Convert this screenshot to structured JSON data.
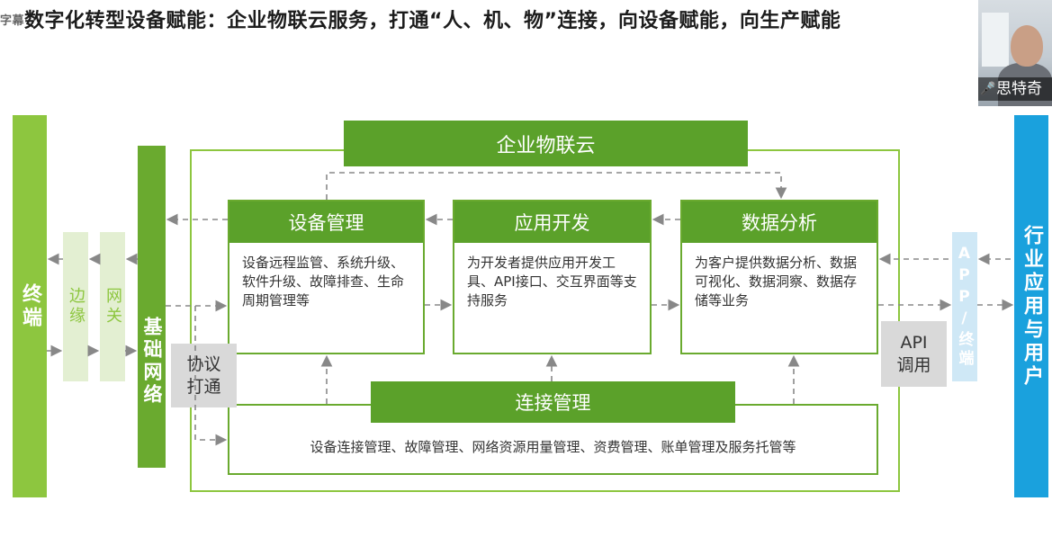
{
  "header": {
    "prefix": "字幕",
    "title": "数字化转型设备赋能：企业物联云服务，打通“人、机、物”连接，向设备赋能，向生产赋能"
  },
  "left": {
    "terminal": "终端",
    "edge": "边缘",
    "gateway": "网关",
    "network": "基础网络",
    "protocol": "协议打通"
  },
  "right": {
    "app_terminal": "APP/终端",
    "industry": "行业应用与用户",
    "api": "API调用"
  },
  "cloud": {
    "title": "企业物联云",
    "device_mgmt": {
      "title": "设备管理",
      "desc": "设备远程监管、系统升级、软件升级、故障排查、生命周期管理等"
    },
    "app_dev": {
      "title": "应用开发",
      "desc": "为开发者提供应用开发工具、API接口、交互界面等支持服务"
    },
    "data_analytics": {
      "title": "数据分析",
      "desc": "为客户提供数据分析、数据可视化、数据洞察、数据存储等业务"
    },
    "connection": {
      "title": "连接管理",
      "desc": "设备连接管理、故障管理、网络资源用量管理、资费管理、账单管理及服务托管等"
    }
  },
  "video": {
    "participant_name": "思特奇",
    "mic_icon": "microphone-icon"
  },
  "colors": {
    "green_dark": "#5ba12a",
    "green_light": "#8dc63f",
    "green_pale": "#e3efd2",
    "blue": "#1aa1dd",
    "blue_pale": "#cfe8f6",
    "gray": "#d9d9d9"
  }
}
